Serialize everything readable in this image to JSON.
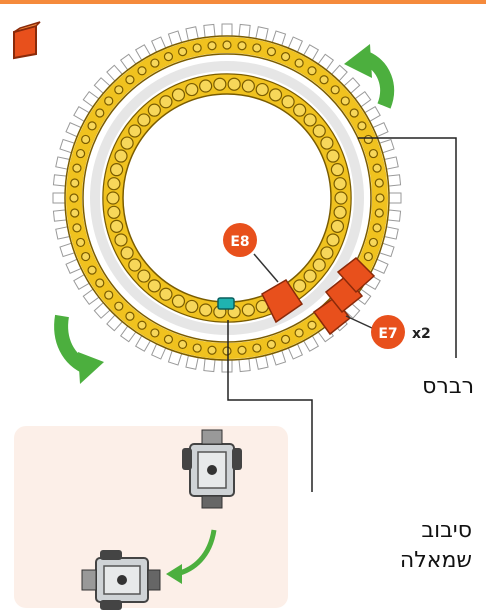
{
  "labels": {
    "rubber": "רברס",
    "rotate_line1": "סיבוב",
    "rotate_line2": "שמאלה"
  },
  "callouts": {
    "e8": "E8",
    "e7": "E7",
    "e7_count": "x2"
  },
  "colors": {
    "accent_top": "#f58a3c",
    "ring_yellow": "#f0c21f",
    "ring_outline": "#7a5c00",
    "part_orange": "#e8501c",
    "arrow_green": "#4caf3e",
    "inset_bg": "#fcefe8"
  },
  "icons": [
    "orange-brick-icon",
    "rotate-arrow-icon",
    "robot-top-view-icon",
    "teal-sensor-icon"
  ]
}
